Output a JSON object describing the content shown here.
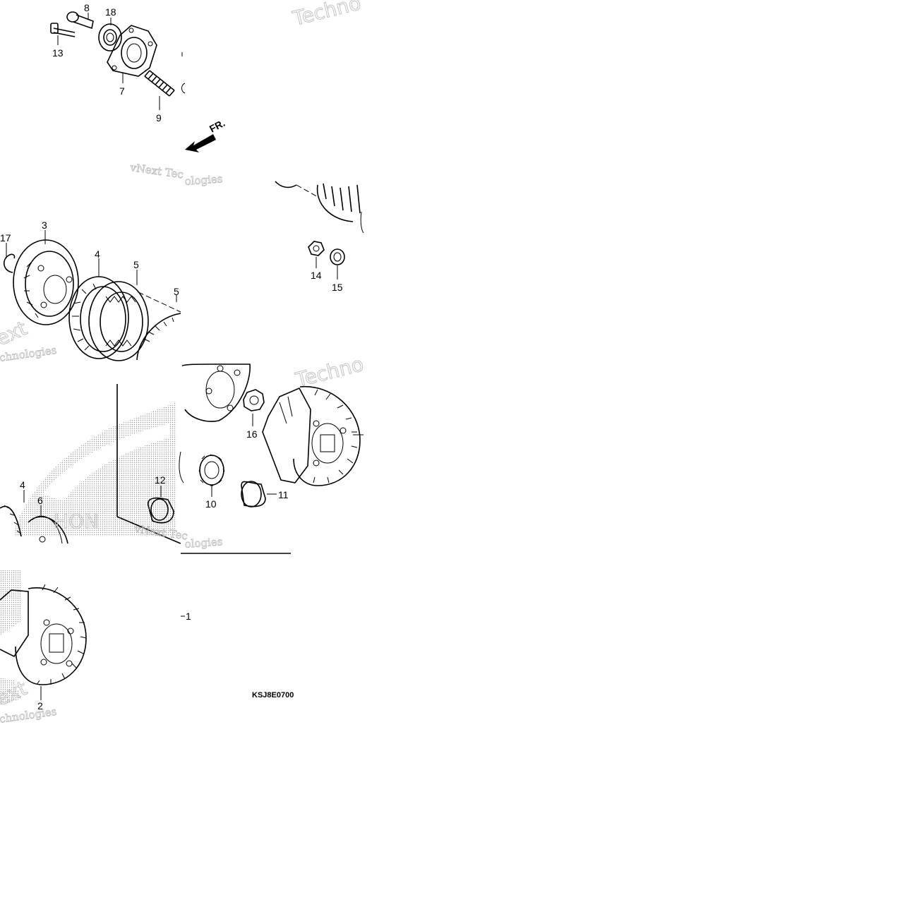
{
  "diagram": {
    "part_labels": [
      {
        "id": "label-8",
        "text": "8"
      },
      {
        "id": "label-18",
        "text": "18"
      },
      {
        "id": "label-13",
        "text": "13"
      },
      {
        "id": "label-7",
        "text": "7"
      },
      {
        "id": "label-9",
        "text": "9"
      },
      {
        "id": "label-17",
        "text": "17"
      },
      {
        "id": "label-3",
        "text": "3"
      },
      {
        "id": "label-4-top",
        "text": "4"
      },
      {
        "id": "label-5-a",
        "text": "5"
      },
      {
        "id": "label-5-b",
        "text": "5"
      },
      {
        "id": "label-14",
        "text": "14"
      },
      {
        "id": "label-15",
        "text": "15"
      },
      {
        "id": "label-16",
        "text": "16"
      },
      {
        "id": "label-10",
        "text": "10"
      },
      {
        "id": "label-11",
        "text": "11"
      },
      {
        "id": "label-12",
        "text": "12"
      },
      {
        "id": "label-4-bottom",
        "text": "4"
      },
      {
        "id": "label-6",
        "text": "6"
      },
      {
        "id": "label-1",
        "text": "1"
      },
      {
        "id": "label-2",
        "text": "2"
      }
    ],
    "front_indicator": "FR.",
    "diagram_code": "KSJ8E0700",
    "watermarks": {
      "techno_top": "Techno",
      "vnext_top": "vNext Tec",
      "ologies_top": "ologies",
      "ext_left": "ext",
      "chnologies_left": "chnologies",
      "techno_mid": "Techno",
      "vnext_mid": "vNext Tec",
      "ologies_mid": "ologies",
      "honda": "HON",
      "ext_bottom": "ext",
      "chnologies_bottom": "chnologies"
    }
  }
}
